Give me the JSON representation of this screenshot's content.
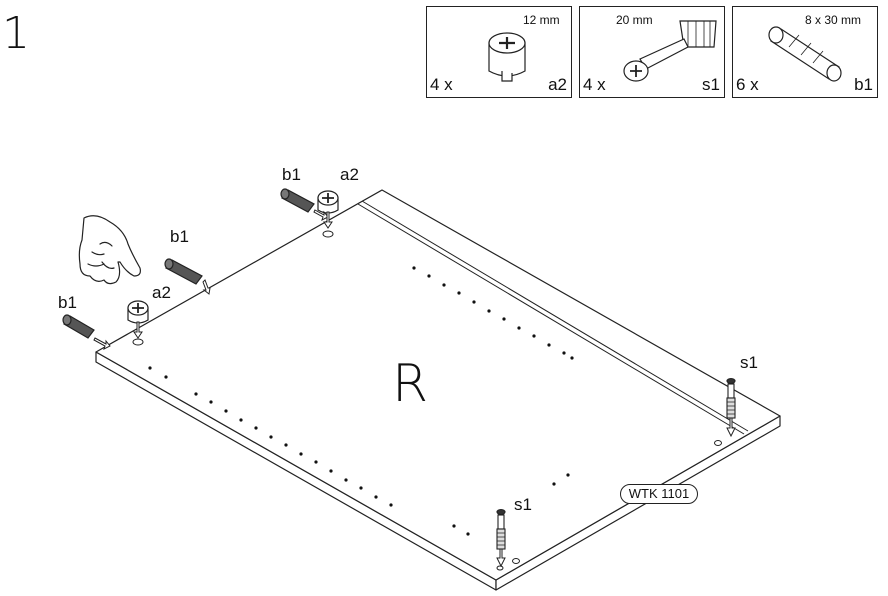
{
  "step_number": "1",
  "parts": [
    {
      "size": "12 mm",
      "quantity": "4 x",
      "code": "a2",
      "icon": "cam-lock-icon"
    },
    {
      "size": "20 mm",
      "quantity": "4 x",
      "code": "s1",
      "icon": "cam-bolt-icon"
    },
    {
      "size": "8 x 30 mm",
      "quantity": "6 x",
      "code": "b1",
      "icon": "dowel-icon"
    }
  ],
  "panel_label": "R",
  "panel_tag": "WTK 1101",
  "callouts": {
    "b1_a": "b1",
    "a2_a": "a2",
    "b1_b": "b1",
    "b1_c": "b1",
    "a2_b": "a2",
    "s1_a": "s1",
    "s1_b": "s1"
  }
}
